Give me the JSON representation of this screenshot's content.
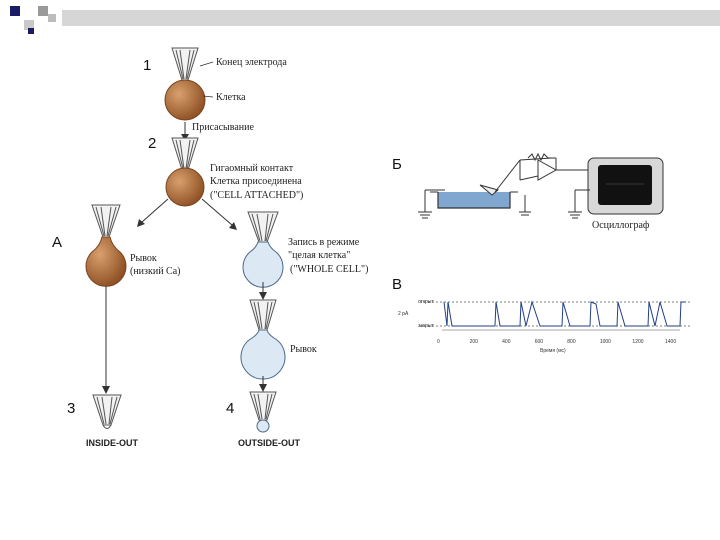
{
  "panels": {
    "A": "А",
    "B": "Б",
    "V": "В"
  },
  "steps": {
    "s1": "1",
    "s2": "2",
    "s3": "3",
    "s4": "4"
  },
  "labels": {
    "electrode_tip": "Конец электрода",
    "cell": "Клетка",
    "suction": "Присасывание",
    "gigaseal": "Гигаомный контакт",
    "cell_attached": "Клетка присоединена",
    "cell_attached_en": "(\"CELL ATTACHED\")",
    "pull_low_ca": "Рывок",
    "low_ca": "(низкий Са)",
    "record_mode": "Запись в режиме",
    "whole_cell_ru": "\"целая клетка\"",
    "whole_cell_en": "(\"WHOLE CELL\")",
    "pull": "Рывок",
    "inside_out": "INSIDE-OUT",
    "outside_out": "OUTSIDE-OUT",
    "oscilloscope": "Осциллограф"
  },
  "trace": {
    "open_label": "открыт",
    "closed_label": "закрыт",
    "scale_label": "2 pA",
    "x_ticks": [
      "0",
      "200",
      "400",
      "600",
      "800",
      "1000",
      "1200",
      "1400"
    ],
    "x_axis_label": "Время (мс)"
  },
  "colors": {
    "cell_brown": "#b5713c",
    "cell_blue": "#dce8f4",
    "bath_blue": "#7fa7cf",
    "trace": "#1f3f86"
  }
}
